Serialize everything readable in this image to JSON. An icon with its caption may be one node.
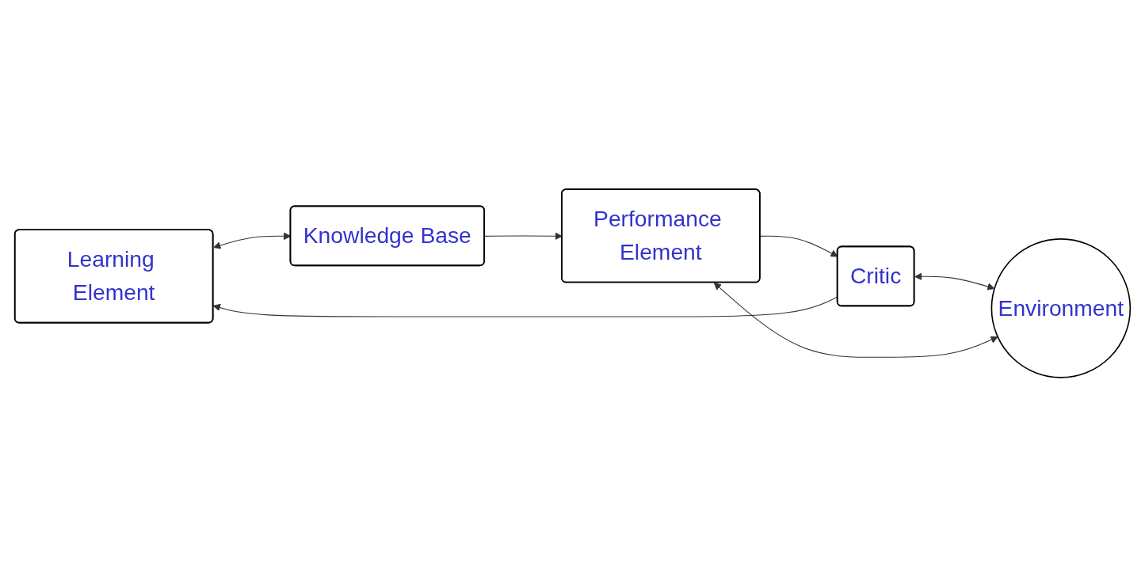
{
  "diagram": {
    "nodes": [
      {
        "text": [
          "Learning Element"
        ]
      },
      {
        "text": [
          "Critic"
        ]
      },
      {
        "text": [
          "Environment"
        ]
      },
      {
        "text": [
          "Knowledge Base"
        ]
      },
      {
        "text": [
          "Performance Element"
        ]
      }
    ],
    "edges": [
      {
        "from": 1,
        "to": 0,
        "arrow": "to"
      },
      {
        "from": 1,
        "to": 2,
        "arrow": "both"
      },
      {
        "from": 0,
        "to": 3,
        "arrow": "both"
      },
      {
        "from": 4,
        "to": 1,
        "arrow": "to"
      },
      {
        "from": 3,
        "to": 4,
        "arrow": "to"
      },
      {
        "from": 4,
        "to": 2,
        "arrow": "both"
      }
    ]
  }
}
